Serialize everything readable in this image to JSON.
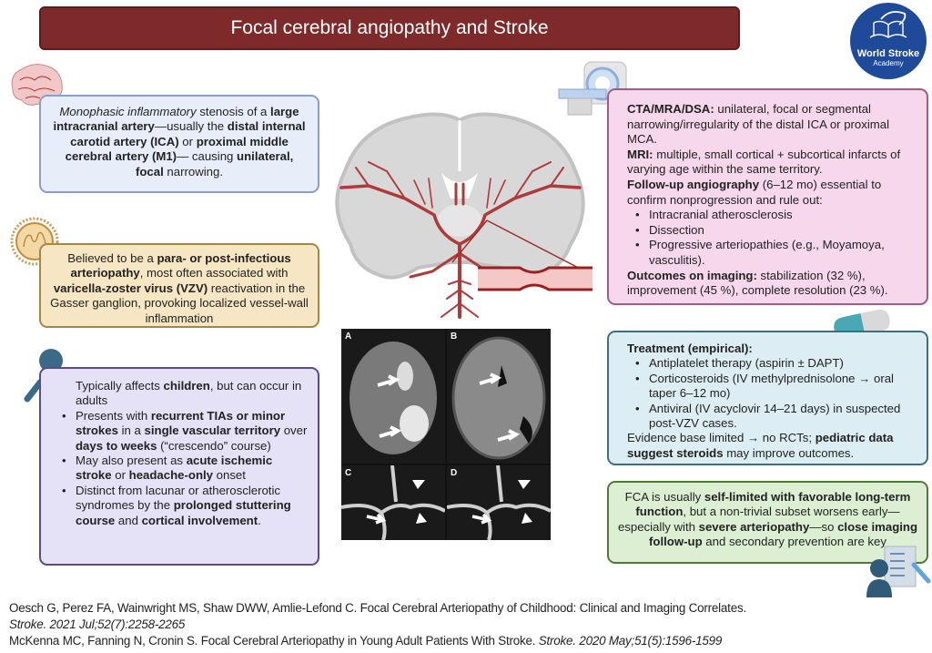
{
  "header": {
    "title": "Focal cerebral angiopathy and Stroke",
    "logo_line1": "World Stroke",
    "logo_line2": "Academy"
  },
  "colors": {
    "title_bg": "#7f2a2a",
    "logo_bg": "#1f4a9a",
    "definition_bg": "#e8eef9",
    "etiology_bg": "#f6e6c3",
    "presentation_bg": "#e5e1f6",
    "imaging_bg": "#f6d7ec",
    "treatment_bg": "#dcedf3",
    "outcome_bg": "#dcefd2",
    "artery_red": "#b03a3a"
  },
  "definition": {
    "p1_italic": "Monophasic inflammatory",
    "p1_text": " stenosis of a ",
    "p1_bold1": "large intracranial artery",
    "p1_text2": "—usually the ",
    "p1_bold2": "distal internal carotid artery (ICA)",
    "p1_text3": " or ",
    "p1_bold3": "proximal middle cerebral artery (M1)",
    "p1_text4": "— causing ",
    "p1_bold4": "unilateral, focal",
    "p1_text5": " narrowing."
  },
  "etiology": {
    "t1": "Believed to be a ",
    "b1": "para- or post-infectious arteriopathy",
    "t2": ", most often associated with ",
    "b2": "varicella-zoster virus (VZV)",
    "t3": " reactivation in the Gasser ganglion, provoking localized vessel-wall inflammation"
  },
  "presentation": {
    "intro_t1": "Typically affects ",
    "intro_b1": "children",
    "intro_t2": ", but can occur in adults",
    "items": [
      {
        "t1": "Presents with ",
        "b1": "recurrent TIAs or minor strokes",
        "t2": " in a ",
        "b2": "single vascular territory",
        "t3": " over ",
        "b3": "days to weeks",
        "t4": " (“crescendo” course)"
      },
      {
        "t1": "May also present as ",
        "b1": "acute ischemic stroke",
        "t2": " or ",
        "b2": "headache-only",
        "t3": " onset"
      },
      {
        "t1": "Distinct from lacunar or atherosclerotic syndromes by the ",
        "b1": "prolonged stuttering course",
        "t2": " and ",
        "b2": "cortical involvement",
        "t3": "."
      }
    ]
  },
  "imaging": {
    "cta_label": "CTA/MRA/DSA:",
    "cta_text": " unilateral, focal or segmental narrowing/irregularity of the distal ICA or proximal MCA.",
    "mri_label": "MRI:",
    "mri_text": " multiple, small cortical + subcortical infarcts of varying age within the same territory.",
    "fu_label": "Follow-up angiography",
    "fu_text": " (6–12 mo) essential to confirm nonprogression and rule out:",
    "ruleout": [
      "Intracranial atherosclerosis",
      "Dissection",
      "Progressive arteriopathies (e.g., Moyamoya, vasculitis)."
    ],
    "outcomes_label": "Outcomes on imaging:",
    "outcomes_text": " stabilization (32 %), improvement (45 %), complete resolution (23 %)."
  },
  "treatment": {
    "heading": "Treatment (empirical):",
    "items": [
      "Antiplatelet therapy (aspirin ± DAPT)",
      "Corticosteroids (IV methylprednisolone → oral taper 6–12 mo)",
      "Antiviral (IV acyclovir 14–21 days) in suspected post-VZV cases."
    ],
    "evidence_t1": "Evidence base limited → no RCTs; ",
    "evidence_b1": "pediatric data suggest steroids",
    "evidence_t2": " may improve outcomes."
  },
  "outcome": {
    "t1": "FCA is usually ",
    "b1": "self-limited with favorable long-term function",
    "t2": ", but a non-trivial subset worsens early—especially with ",
    "b2": "severe arteriopathy",
    "t3": "—so ",
    "b3": "close imaging follow-up",
    "t4": " and secondary prevention are key"
  },
  "figure_panels": [
    "A",
    "B",
    "C",
    "D"
  ],
  "references": [
    {
      "text": "Oesch G, Perez FA, Wainwright MS, Shaw DWW, Amlie-Lefond C. Focal Cerebral Arteriopathy of Childhood: Clinical and Imaging Correlates.",
      "journal": "Stroke. 2021 Jul;52(7):2258-2265"
    },
    {
      "text": "McKenna MC, Fanning N, Cronin S. Focal Cerebral Arteriopathy in Young Adult Patients With Stroke. ",
      "journal": "Stroke. 2020 May;51(5):1596-1599"
    }
  ]
}
